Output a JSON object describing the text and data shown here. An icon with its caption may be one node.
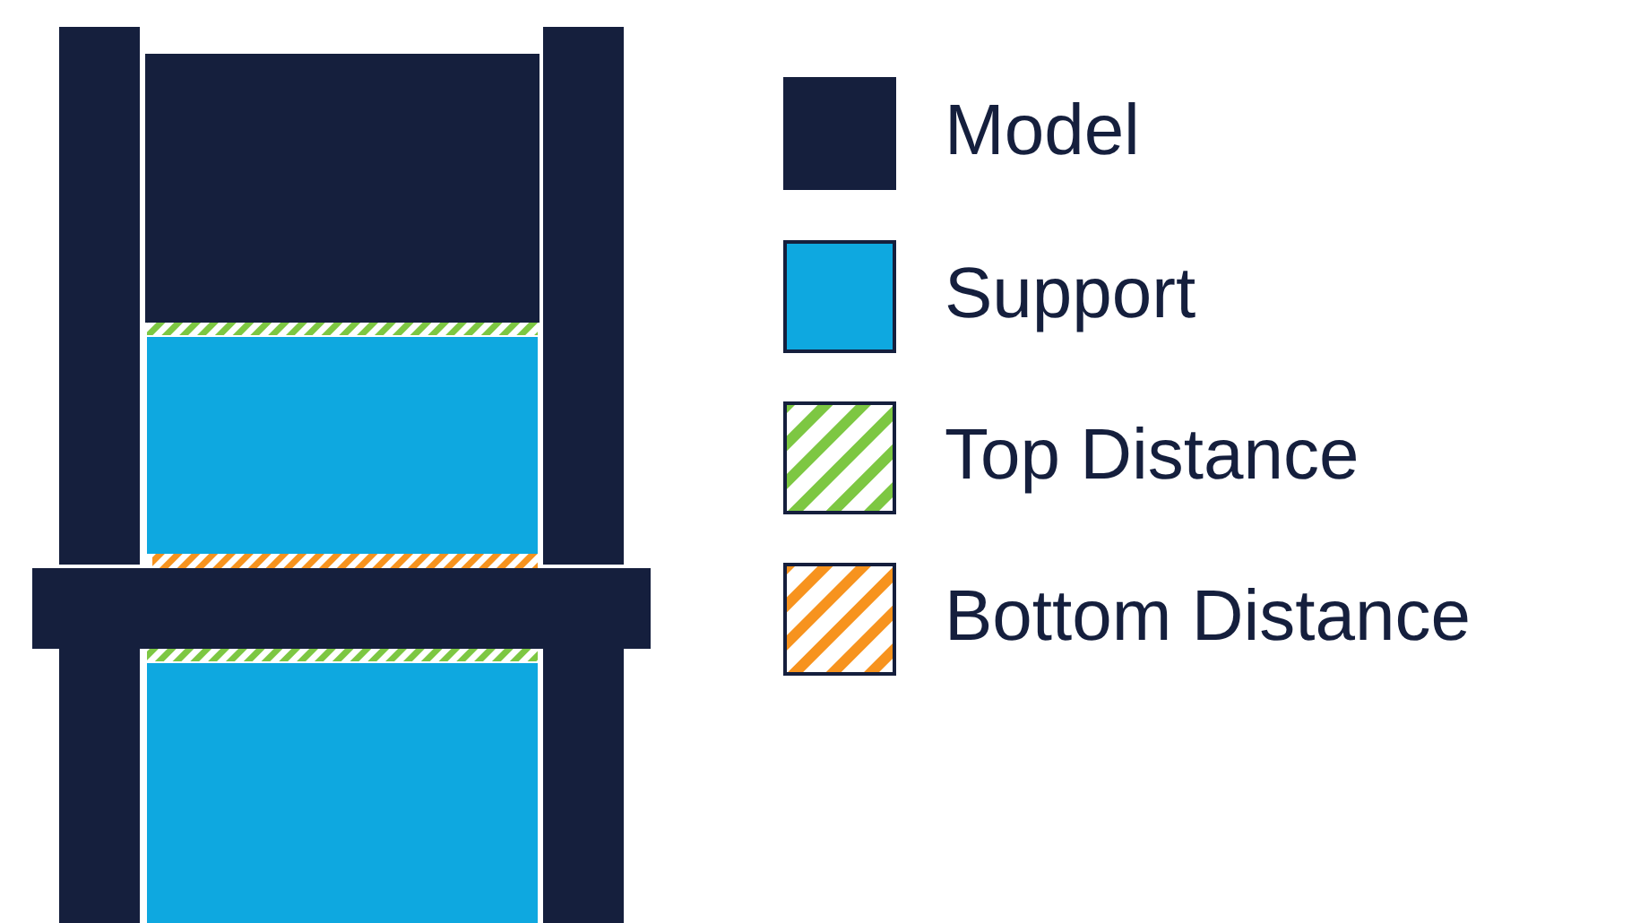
{
  "diagram": {
    "legend": [
      {
        "text": "Model",
        "color": "#151f3d"
      },
      {
        "text": "Support",
        "color": "#0ea8e0"
      },
      {
        "text": "Top Distance"
      },
      {
        "text": "Bottom Distance"
      }
    ]
  }
}
